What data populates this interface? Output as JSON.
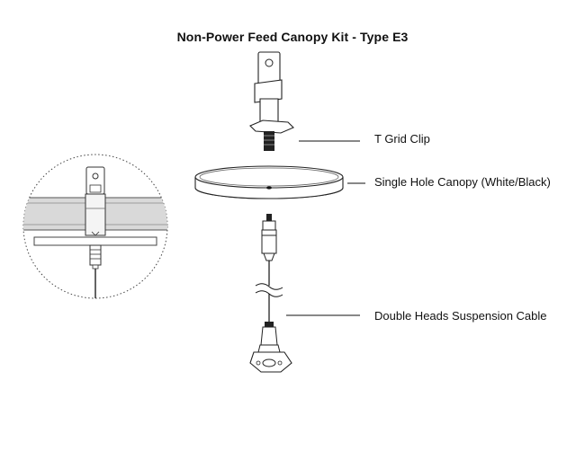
{
  "title": "Non-Power Feed Canopy Kit - Type E3",
  "labels": {
    "t_grid_clip": "T Grid Clip",
    "canopy": "Single Hole Canopy (White/Black)",
    "cable": "Double Heads Suspension Cable"
  }
}
